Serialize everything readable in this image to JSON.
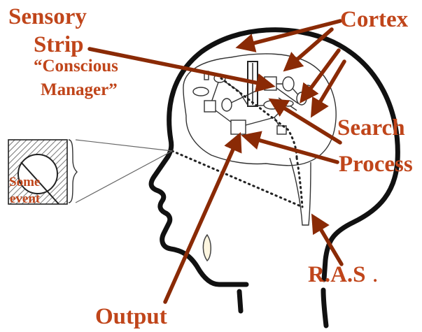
{
  "labels": {
    "sensory": "Sensory",
    "strip": "Strip",
    "conscious": "“Conscious",
    "manager": "Manager”",
    "cortex": "Cortex",
    "search": "Search",
    "process": "Process",
    "some": "Some",
    "event": "event",
    "ras": "R.A.S",
    "ras_dot": ".",
    "output": "Output"
  },
  "colors": {
    "label_text": "#c0451a",
    "arrow": "#8a2a05",
    "outline": "#111111"
  }
}
